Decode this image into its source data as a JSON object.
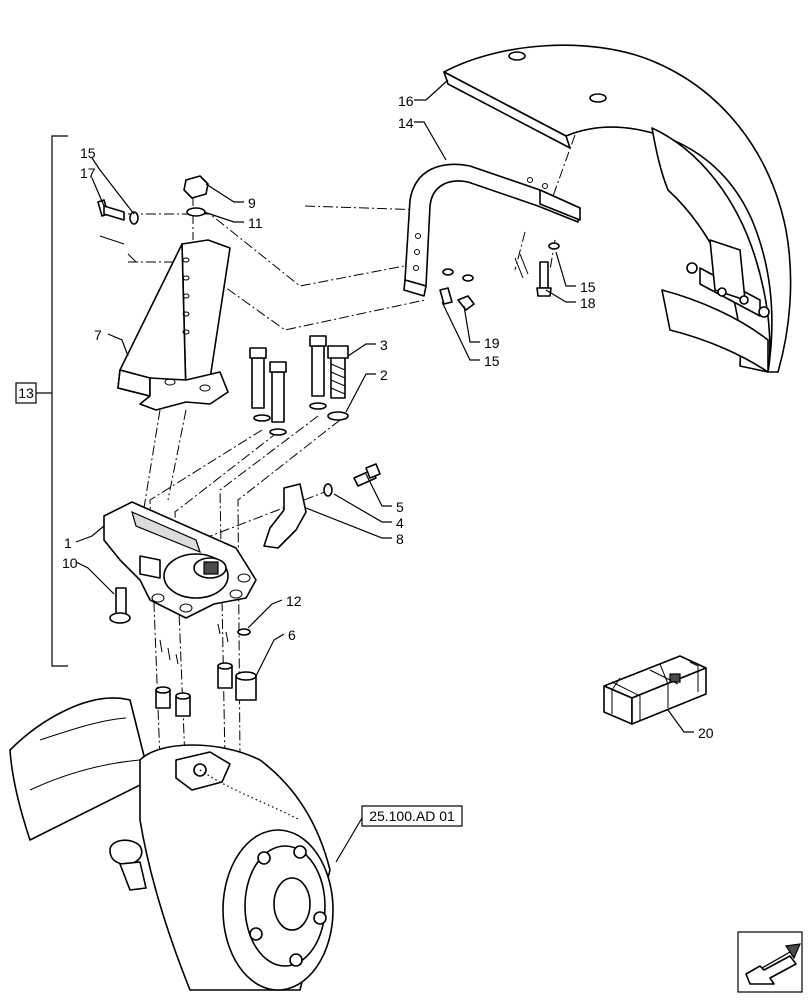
{
  "callouts": {
    "c1": "1",
    "c2": "2",
    "c3": "3",
    "c4": "4",
    "c5": "5",
    "c6": "6",
    "c7": "7",
    "c8": "8",
    "c9": "9",
    "c10": "10",
    "c11": "11",
    "c12": "12",
    "c13": "13",
    "c14": "14",
    "c15a": "15",
    "c15b": "15",
    "c15c": "15",
    "c16": "16",
    "c17": "17",
    "c18": "18",
    "c19": "19",
    "c20": "20"
  },
  "reference": "25.100.AD 01",
  "icons": {
    "nav": "arrow-icon",
    "kit": "crate-icon"
  },
  "colors": {
    "line": "#000000",
    "background": "#ffffff",
    "shade": "#dcdcdc"
  }
}
